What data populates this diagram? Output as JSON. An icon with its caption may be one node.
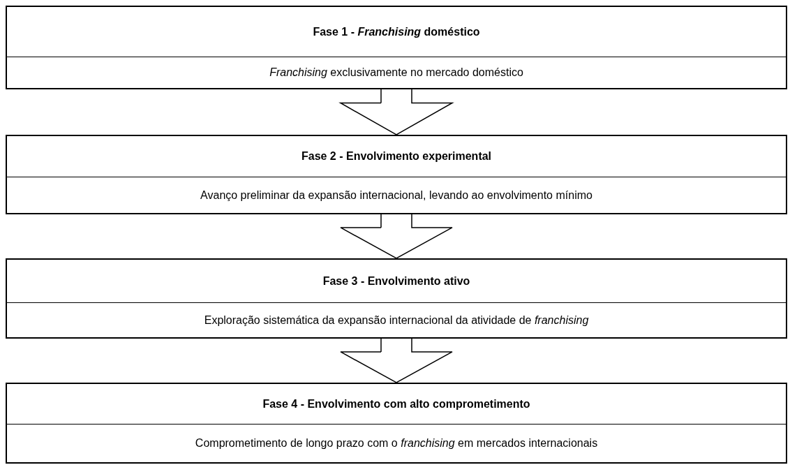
{
  "diagram": {
    "nodes": [
      {
        "text": [
          "Fase 1 - *Franchising* doméstico",
          "*Franchising* exclusivamente no mercado doméstico"
        ]
      },
      {
        "text": [
          "Fase 2 - Envolvimento experimental",
          "Avanço preliminar da expansão internacional, levando ao envolvimento mínimo"
        ]
      },
      {
        "text": [
          "Fase 3 - Envolvimento ativo",
          "Exploração sistemática da expansão internacional da atividade de *franchising*"
        ]
      },
      {
        "text": [
          "Fase 4 - Envolvimento com alto comprometimento",
          "Comprometimento de longo prazo com o *franchising* em mercados internacionais"
        ]
      }
    ],
    "edges": [
      {
        "from": 0,
        "to": 1,
        "arrow": "to"
      },
      {
        "from": 1,
        "to": 2,
        "arrow": "to"
      },
      {
        "from": 2,
        "to": 3,
        "arrow": "to"
      }
    ]
  }
}
